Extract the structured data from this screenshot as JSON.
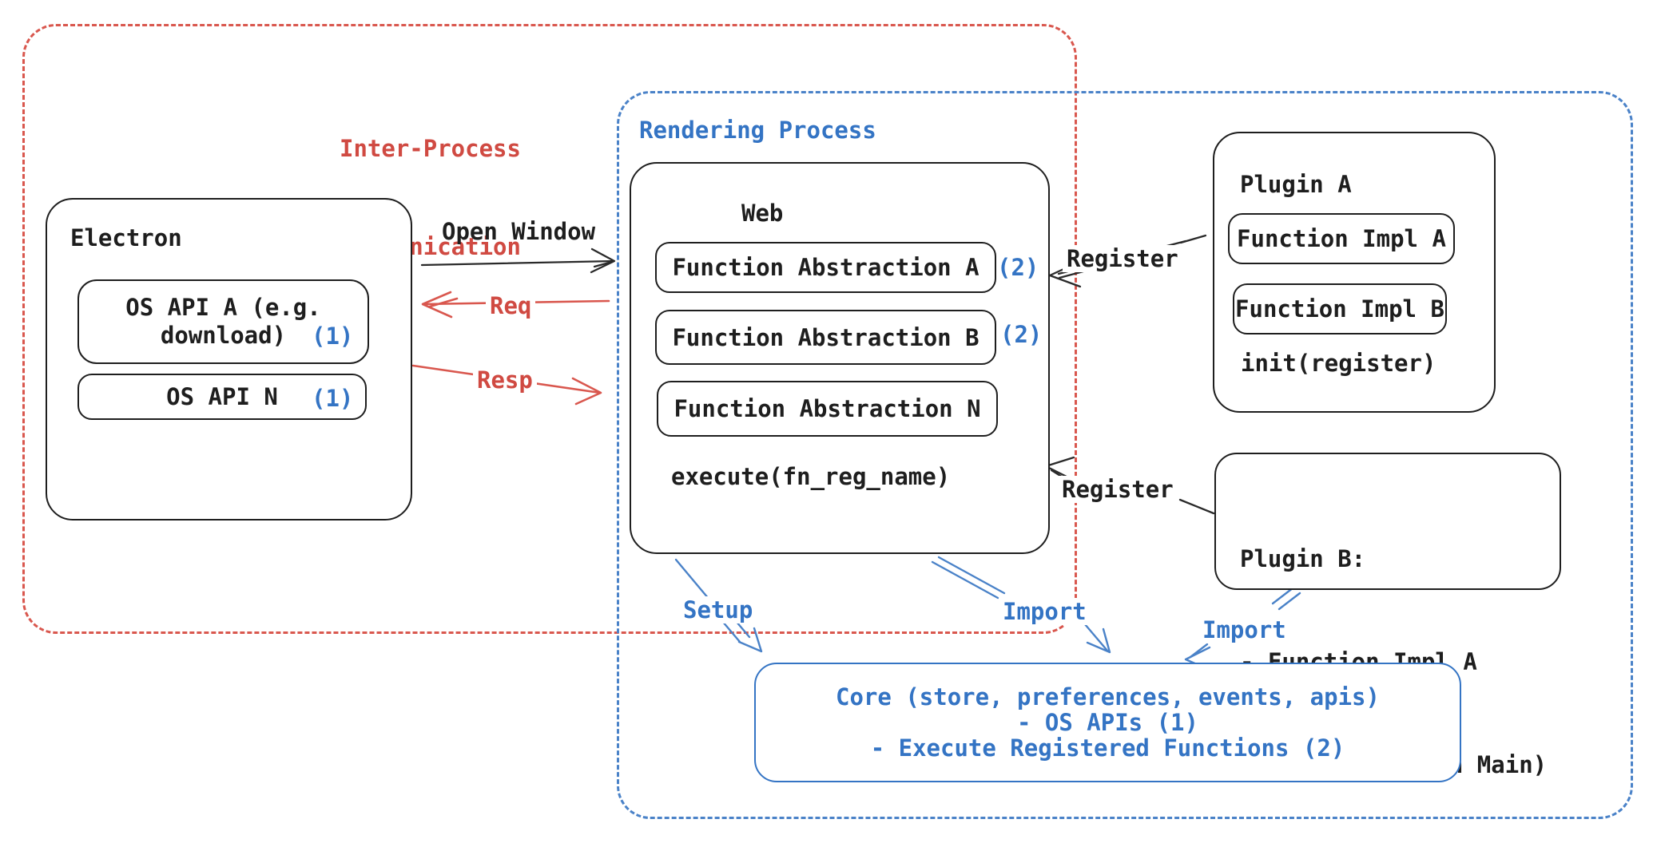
{
  "colors": {
    "red": "#d04a42",
    "blue": "#3474c4",
    "ink": "#1e1e1e",
    "background": "#ffffff"
  },
  "ipc": {
    "title_line1": "Inter-Process",
    "title_line2": "Communication"
  },
  "rendering": {
    "title": "Rendering Process"
  },
  "electron": {
    "title": "Electron",
    "api_a_line1": "OS API A (e.g.",
    "api_a_line2": "download)",
    "api_a_badge": "(1)",
    "api_n_label": "OS API N",
    "api_n_badge": "(1)"
  },
  "web": {
    "title": "Web",
    "fn_a": "Function Abstraction A",
    "fn_a_badge": "(2)",
    "fn_b": "Function Abstraction B",
    "fn_b_badge": "(2)",
    "fn_n": "Function Abstraction N",
    "footer": "execute(fn_reg_name)"
  },
  "plugin_a": {
    "title": "Plugin A",
    "impl_a": "Function Impl A",
    "impl_b": "Function Impl B",
    "footer": "init(register)"
  },
  "plugin_b": {
    "title": "Plugin B:",
    "line1": "- Function Impl A",
    "line2": "- Module (run on Main)"
  },
  "core": {
    "line1": "Core (store, preferences, events, apis)",
    "line2": "- OS APIs (1)",
    "line3": "- Execute Registered Functions (2)"
  },
  "labels": {
    "open_window": "Open Window",
    "req": "Req",
    "resp": "Resp",
    "register_a": "Register",
    "register_b": "Register",
    "setup": "Setup",
    "import_web": "Import",
    "import_plugin": "Import"
  }
}
